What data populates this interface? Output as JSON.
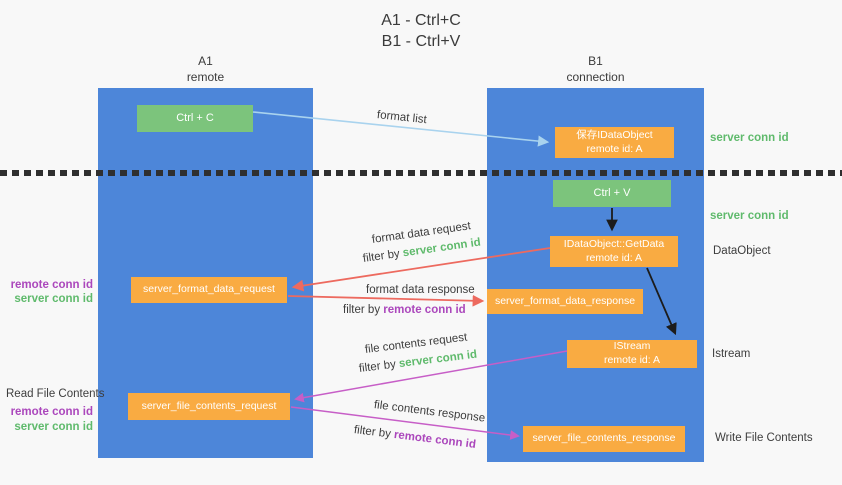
{
  "title": {
    "line1": "A1 - Ctrl+C",
    "line2": "B1 - Ctrl+V"
  },
  "columns": {
    "a1": {
      "name": "A1",
      "subtitle": "remote"
    },
    "b1": {
      "name": "B1",
      "subtitle": "connection"
    }
  },
  "nodes": {
    "ctrl_c": "Ctrl + C",
    "ctrl_v": "Ctrl + V",
    "save_idataobject": {
      "line1": "保存IDataObject",
      "line2": "remote id: A"
    },
    "getdata": {
      "line1": "IDataObject::GetData",
      "line2": "remote id: A"
    },
    "istream": {
      "line1": "IStream",
      "line2": "remote id: A"
    },
    "server_format_data_request": "server_format_data_request",
    "server_format_data_response": "server_format_data_response",
    "server_file_contents_request": "server_file_contents_request",
    "server_file_contents_response": "server_file_contents_response"
  },
  "arrow_labels": {
    "format_list": "format list",
    "format_data_request": "format data request",
    "format_data_response": "format data response",
    "file_contents_request": "file contents request",
    "file_contents_response": "file contents response",
    "filter_by": "filter by ",
    "server_conn_id": "server conn id",
    "remote_conn_id": "remote conn id"
  },
  "side_labels": {
    "right_server_conn_id_top": "server conn id",
    "right_server_conn_id_mid": "server conn id",
    "dataobject": "DataObject",
    "istream": "Istream",
    "write_file_contents": "Write File Contents",
    "read_file_contents": "Read File Contents",
    "left_remote_conn_id_mid": "remote conn id",
    "left_server_conn_id_mid": "server conn id",
    "left_remote_conn_id_bottom": "remote conn id",
    "left_server_conn_id_bottom": "server conn id"
  },
  "colors": {
    "background": "#f8f8f8",
    "column_blue": "#4d86d9",
    "box_green": "#7cc47c",
    "box_orange": "#f9ab42",
    "arrow_blue": "#a9d3ee",
    "arrow_red": "#ed6a5f",
    "arrow_magenta": "#c75ec7",
    "arrow_black": "#1c1c1c",
    "text_green": "#5fba6c",
    "text_purple": "#ab47bc"
  }
}
